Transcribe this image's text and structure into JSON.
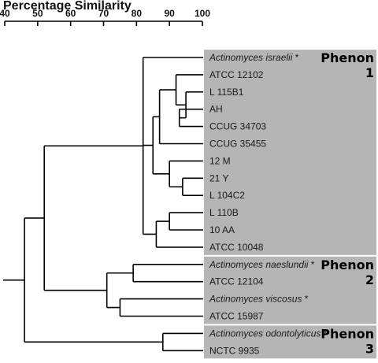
{
  "title": "Percentage Similarity",
  "scale": {
    "min": 40,
    "max": 100,
    "ticks": [
      "40",
      "50",
      "60",
      "70",
      "80",
      "90",
      "100"
    ]
  },
  "colors": {
    "panel": "#b5b5b5",
    "line": "#000000"
  },
  "leaves": [
    {
      "label": "Actinomyces israelii",
      "star": "*",
      "italic": true
    },
    {
      "label": "ATCC 12102",
      "italic": false
    },
    {
      "label": "L 115B1",
      "italic": false
    },
    {
      "label": "AH",
      "italic": false
    },
    {
      "label": "CCUG 34703",
      "italic": false
    },
    {
      "label": "CCUG 35455",
      "italic": false
    },
    {
      "label": "12 M",
      "italic": false
    },
    {
      "label": "21 Y",
      "italic": false
    },
    {
      "label": "L 104C2",
      "italic": false
    },
    {
      "label": "L 110B",
      "italic": false
    },
    {
      "label": "10 AA",
      "italic": false
    },
    {
      "label": "ATCC 10048",
      "italic": false
    },
    {
      "label": "Actinomyces naeslundii",
      "star": "*",
      "italic": true
    },
    {
      "label": "ATCC 12104",
      "italic": false
    },
    {
      "label": "Actinomyces viscosus",
      "star": "*",
      "italic": true
    },
    {
      "label": "ATCC 15987",
      "italic": false
    },
    {
      "label": "Actinomyces odontolyticus",
      "star": "*",
      "italic": true
    },
    {
      "label": "NCTC 9935",
      "italic": false
    }
  ],
  "phenons": [
    {
      "word": "Phenon",
      "number": "1",
      "from": 0,
      "to": 11
    },
    {
      "word": "Phenon",
      "number": "2",
      "from": 12,
      "to": 15
    },
    {
      "word": "Phenon",
      "number": "3",
      "from": 16,
      "to": 17
    }
  ],
  "tree": {
    "sim": 46,
    "children": [
      {
        "sim": 52,
        "children": [
          {
            "sim": 70,
            "children": [
              {
                "sim": 82,
                "children": [
                  {
                    "leaf": 0
                  },
                  {
                    "sim": 85,
                    "children": [
                      {
                        "sim": 87,
                        "children": [
                          {
                            "sim": 92,
                            "children": [
                              {
                                "leaf": 1
                              },
                              {
                                "sim": 95,
                                "children": [
                                  {
                                    "leaf": 2
                                  },
                                  {
                                    "sim": 93,
                                    "children": [
                                      {
                                        "leaf": 3
                                      },
                                      {
                                        "leaf": 4
                                      }
                                    ]
                                  }
                                ]
                              }
                            ]
                          },
                          {
                            "leaf": 5
                          }
                        ]
                      },
                      {
                        "sim": 90,
                        "children": [
                          {
                            "leaf": 6
                          },
                          {
                            "sim": 94,
                            "children": [
                              {
                                "leaf": 7
                              },
                              {
                                "leaf": 8
                              }
                            ]
                          }
                        ]
                      }
                    ]
                  },
                  {
                    "sim": 86,
                    "children": [
                      {
                        "sim": 90,
                        "children": [
                          {
                            "leaf": 9
                          },
                          {
                            "leaf": 10
                          }
                        ]
                      },
                      {
                        "leaf": 11
                      }
                    ]
                  }
                ]
              }
            ]
          },
          {
            "sim": 71,
            "children": [
              {
                "sim": 79,
                "children": [
                  {
                    "leaf": 12
                  },
                  {
                    "leaf": 13
                  }
                ]
              },
              {
                "sim": 75,
                "children": [
                  {
                    "leaf": 14
                  },
                  {
                    "leaf": 15
                  }
                ]
              }
            ]
          }
        ]
      },
      {
        "sim": 88,
        "children": [
          {
            "leaf": 16
          },
          {
            "leaf": 17
          }
        ]
      }
    ]
  }
}
